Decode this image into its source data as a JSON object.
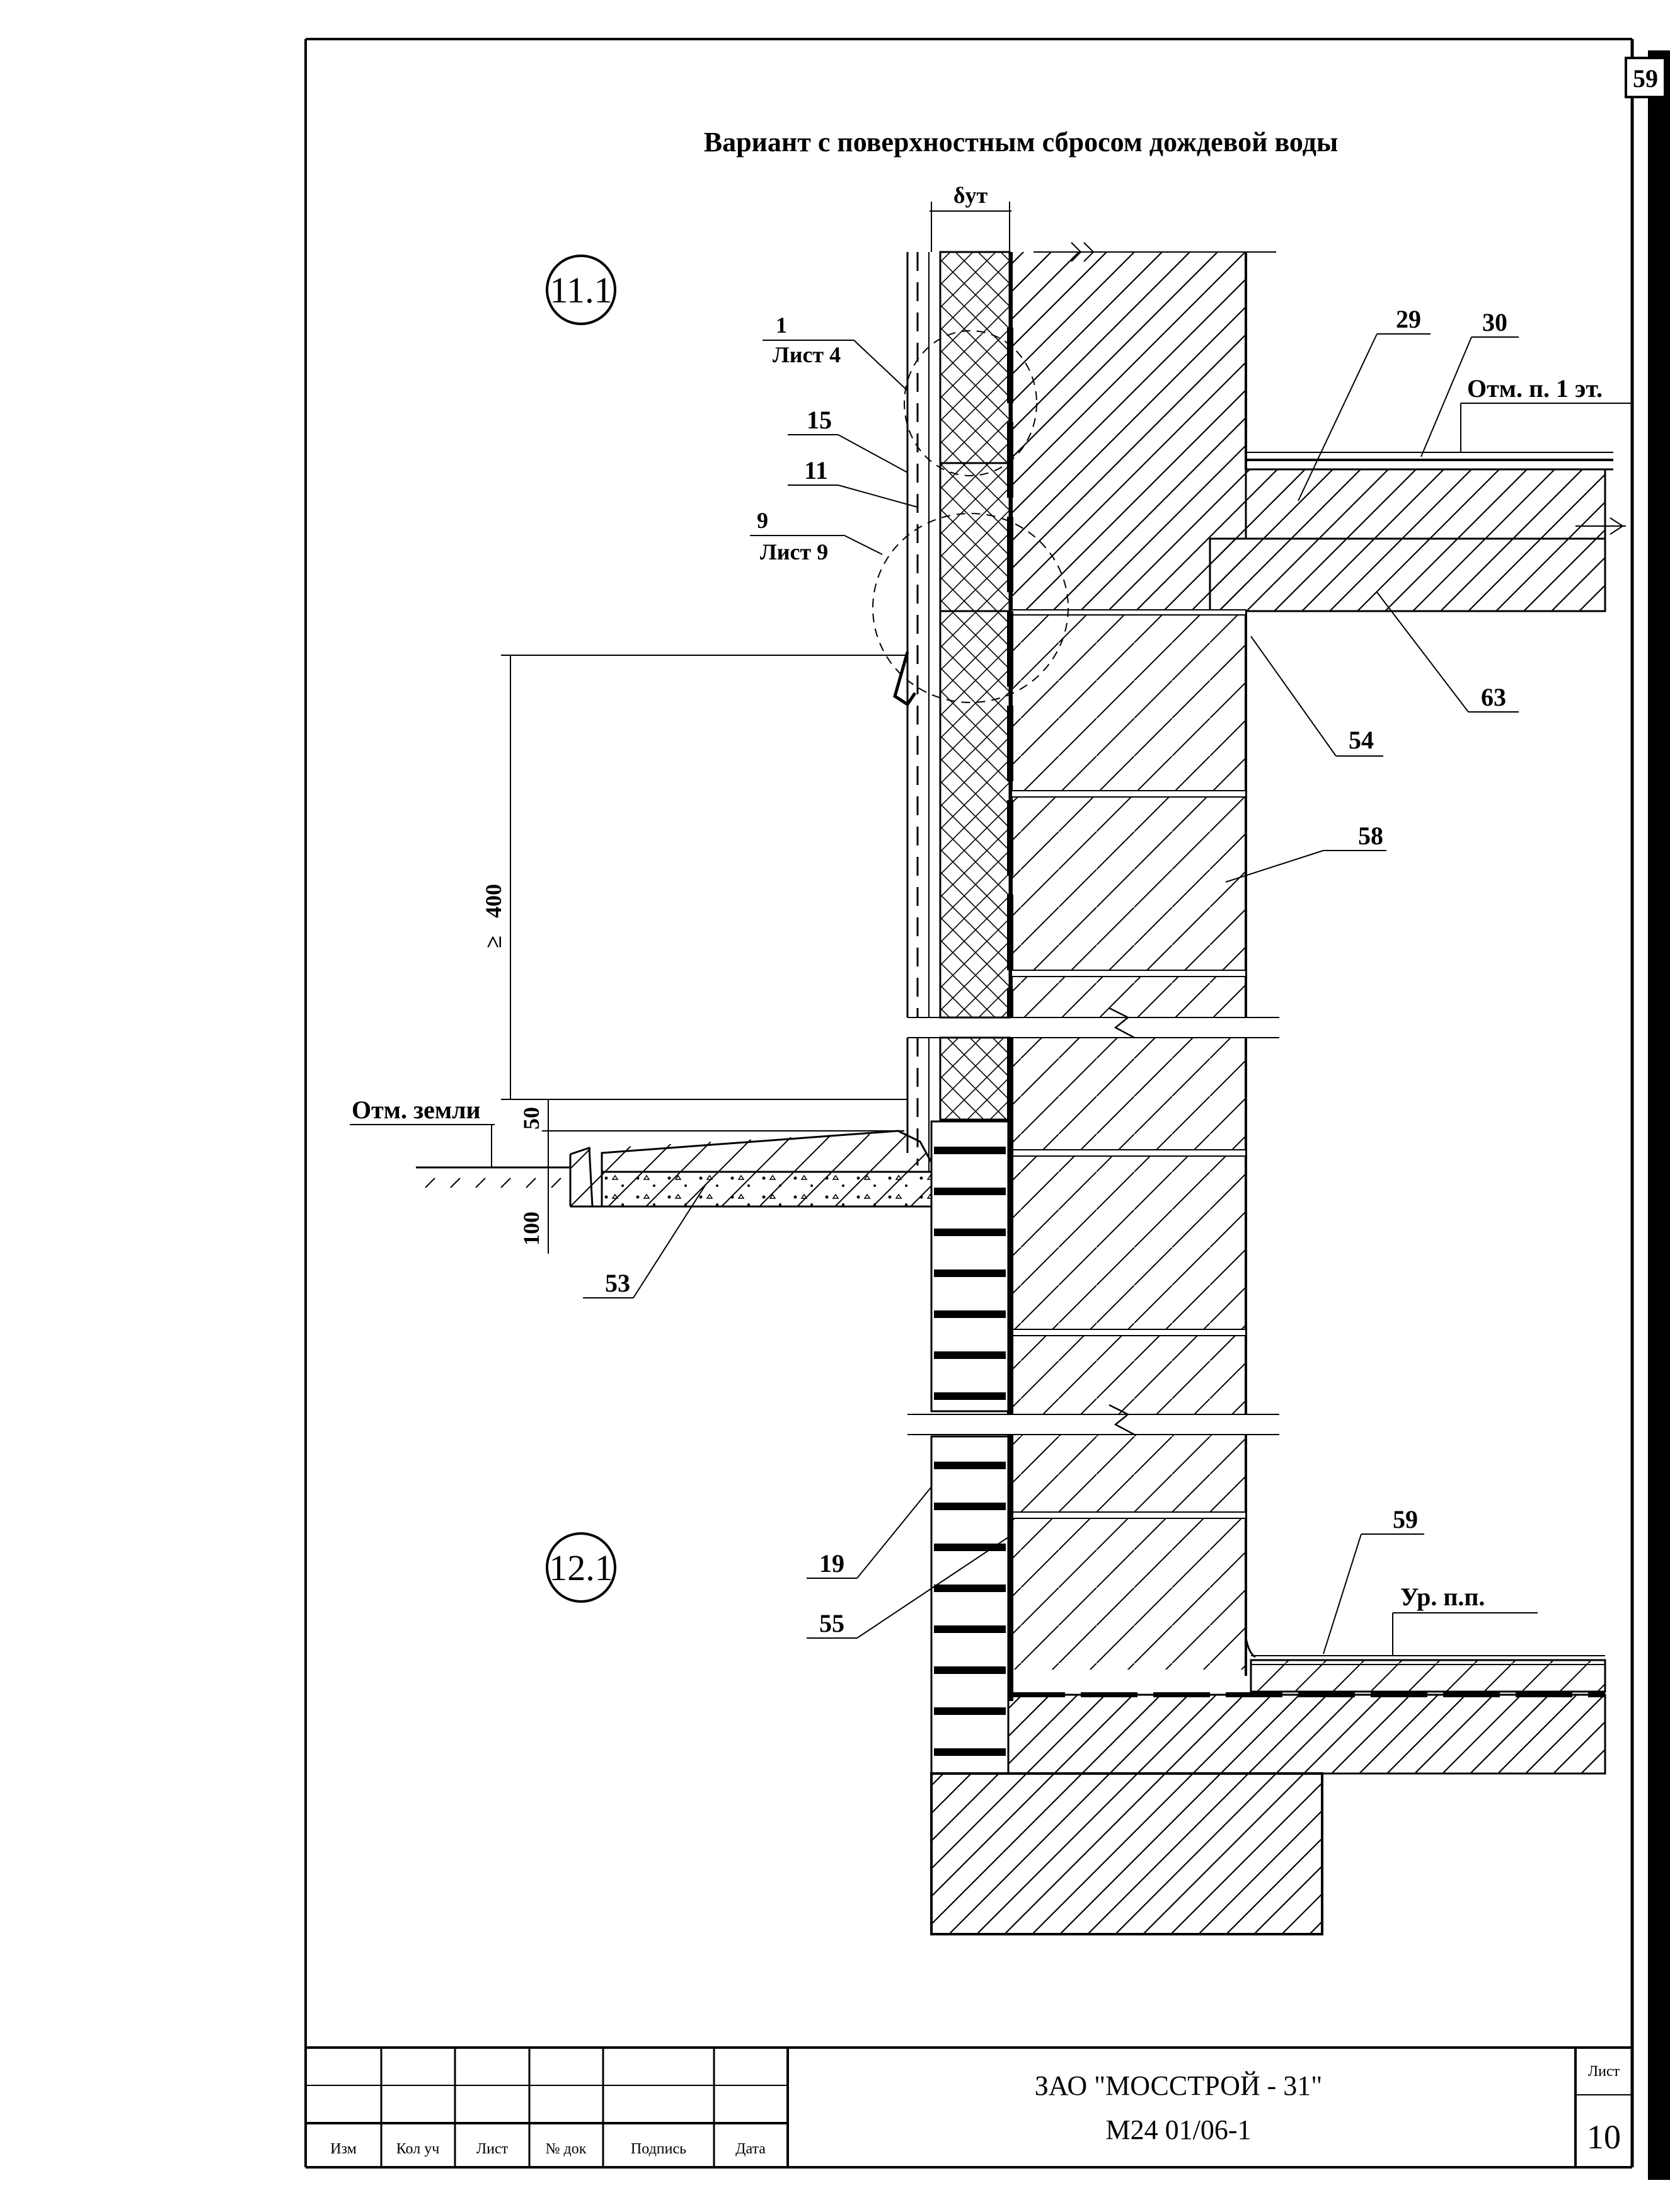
{
  "page_number": "59",
  "title": "Вариант с поверхностным сбросом дождевой воды",
  "insulation_symbol": "δут",
  "nodes": [
    {
      "id": "11.1"
    },
    {
      "id": "12.1"
    }
  ],
  "callouts": {
    "ref1_num": "1",
    "ref1_sheet": "Лист 4",
    "ref9_num": "9",
    "ref9_sheet": "Лист 9",
    "p15": "15",
    "p11": "11",
    "p29": "29",
    "p30": "30",
    "p63": "63",
    "p54": "54",
    "p58": "58",
    "p53": "53",
    "p19": "19",
    "p55": "55",
    "p59": "59"
  },
  "levels": {
    "floor1": "Отм. п. 1 эт.",
    "ground": "Отм. земли",
    "floor_level": "Ур. п.п."
  },
  "dimensions": {
    "height": "400",
    "height_prefix": "≥",
    "offset": "50",
    "depth": "100"
  },
  "title_block": {
    "company": "ЗАО \"МОССТРОЙ - 31\"",
    "code": "М24 01/06-1",
    "sheet_label": "Лист",
    "sheet_number": "10",
    "columns": [
      "Изм",
      "Кол уч",
      "Лист",
      "№ док",
      "Подпись",
      "Дата"
    ]
  }
}
